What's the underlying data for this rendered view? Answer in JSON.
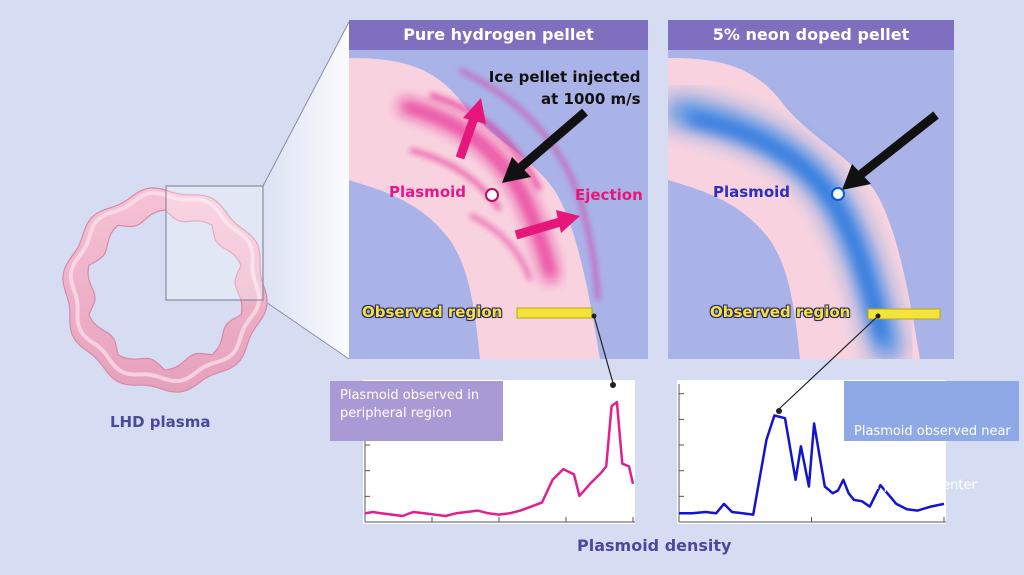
{
  "colors": {
    "background": "#d6ddf2",
    "panel_bg": "#a9b3e8",
    "title_bar": "#7e6fbf",
    "plasma_pink": "#f8d3df",
    "hydrogen_magenta": "#e5178a",
    "neon_blue": "#1d7fe8",
    "label_blue": "#2e2fb8",
    "observed_yellow": "#f4e43a",
    "left_curve": "#e0208f",
    "right_curve": "#1414cc"
  },
  "left_figure": {
    "label": "LHD plasma"
  },
  "panels": {
    "hydrogen": {
      "title": "Pure hydrogen pellet",
      "injection_line1": "Ice pellet injected",
      "injection_line2": "at 1000 m/s",
      "plasmoid": "Plasmoid",
      "ejection": "Ejection",
      "observed_region": "Observed region"
    },
    "neon": {
      "title": "5% neon doped pellet",
      "plasmoid": "Plasmoid",
      "observed_region": "Observed region"
    }
  },
  "callouts": {
    "hydrogen": {
      "line1": "Plasmoid observed in",
      "line2": "peripheral region"
    },
    "neon": {
      "line1": "Plasmoid observed near",
      "line2": " the plasma center"
    }
  },
  "x_axis_label": "Plasmoid density",
  "chart_data": [
    {
      "type": "line",
      "series": [
        {
          "color": "#e0208f",
          "x": [
            0,
            0.03,
            0.06,
            0.1,
            0.14,
            0.18,
            0.22,
            0.26,
            0.3,
            0.34,
            0.38,
            0.42,
            0.46,
            0.5,
            0.54,
            0.58,
            0.62,
            0.66,
            0.7,
            0.74,
            0.78,
            0.8,
            0.84,
            0.88,
            0.9,
            0.92,
            0.94,
            0.96,
            0.985,
            1
          ],
          "y": [
            0.05,
            0.06,
            0.05,
            0.04,
            0.03,
            0.06,
            0.05,
            0.04,
            0.03,
            0.05,
            0.06,
            0.07,
            0.05,
            0.04,
            0.05,
            0.07,
            0.1,
            0.13,
            0.3,
            0.38,
            0.34,
            0.18,
            0.27,
            0.35,
            0.4,
            0.85,
            0.88,
            0.42,
            0.4,
            0.27
          ]
        }
      ]
    },
    {
      "type": "line",
      "series": [
        {
          "color": "#1414cc",
          "x": [
            0,
            0.05,
            0.1,
            0.14,
            0.17,
            0.2,
            0.24,
            0.28,
            0.33,
            0.36,
            0.4,
            0.44,
            0.46,
            0.49,
            0.51,
            0.53,
            0.55,
            0.58,
            0.6,
            0.62,
            0.64,
            0.66,
            0.69,
            0.72,
            0.76,
            0.79,
            0.82,
            0.86,
            0.9,
            0.95,
            1
          ],
          "y": [
            0.05,
            0.05,
            0.06,
            0.05,
            0.12,
            0.06,
            0.05,
            0.04,
            0.6,
            0.78,
            0.76,
            0.3,
            0.55,
            0.25,
            0.72,
            0.48,
            0.25,
            0.2,
            0.22,
            0.3,
            0.2,
            0.15,
            0.14,
            0.1,
            0.26,
            0.19,
            0.12,
            0.08,
            0.07,
            0.1,
            0.12
          ]
        }
      ]
    }
  ]
}
